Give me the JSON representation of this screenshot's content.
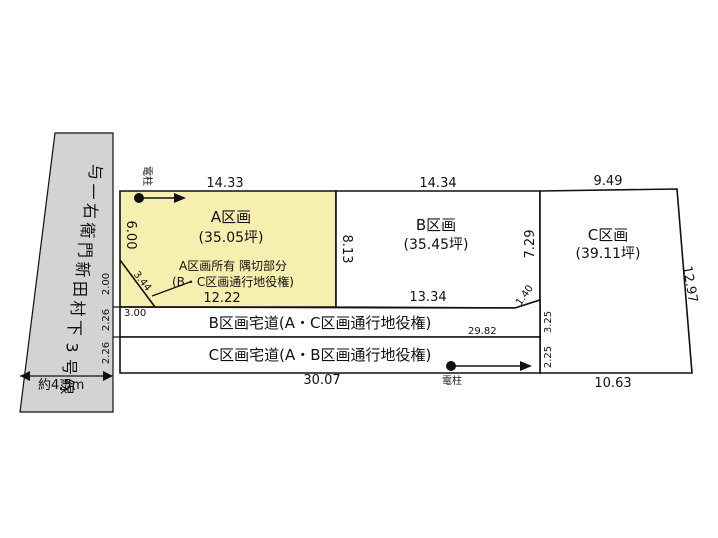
{
  "road": {
    "chars": [
      "与",
      "一",
      "右",
      "衛",
      "門",
      "新",
      "田",
      "村",
      "下",
      "3",
      "号",
      "線"
    ],
    "width_label": "約4.5m",
    "fill_color": "#d3d3d3"
  },
  "lots": {
    "a": {
      "name": "A区画",
      "area": "(35.05坪)",
      "fill_color": "#f7efb0"
    },
    "b": {
      "name": "B区画",
      "area": "(35.45坪)"
    },
    "c": {
      "name": "C区画",
      "area": "(39.11坪)"
    }
  },
  "corner_cut": {
    "line1": "A区画所有 隅切部分",
    "line2": "(B・C区画通行地役権)"
  },
  "driveways": {
    "b": "B区画宅道(A・C区画通行地役権)",
    "c": "C区画宅道(A・B区画通行地役権)"
  },
  "poles": {
    "top": "電柱",
    "bottom": "電柱"
  },
  "dimensions": {
    "top_a": "14.33",
    "top_b": "14.34",
    "top_c": "9.49",
    "a_left": "6.00",
    "a_right": "8.13",
    "b_right": "7.29",
    "c_right": "12.97",
    "corner_diag": "3.44",
    "a_bottom": "12.22",
    "b_bottom": "13.34",
    "b_diag": "1.40",
    "left_small": "2.00",
    "left_mid": "2.26",
    "left_low": "2.26",
    "driveway_start": "3.00",
    "driveway_len": "29.82",
    "right_low1": "3.25",
    "right_low2": "2.25",
    "bottom_total": "30.07",
    "bottom_c": "10.63"
  }
}
